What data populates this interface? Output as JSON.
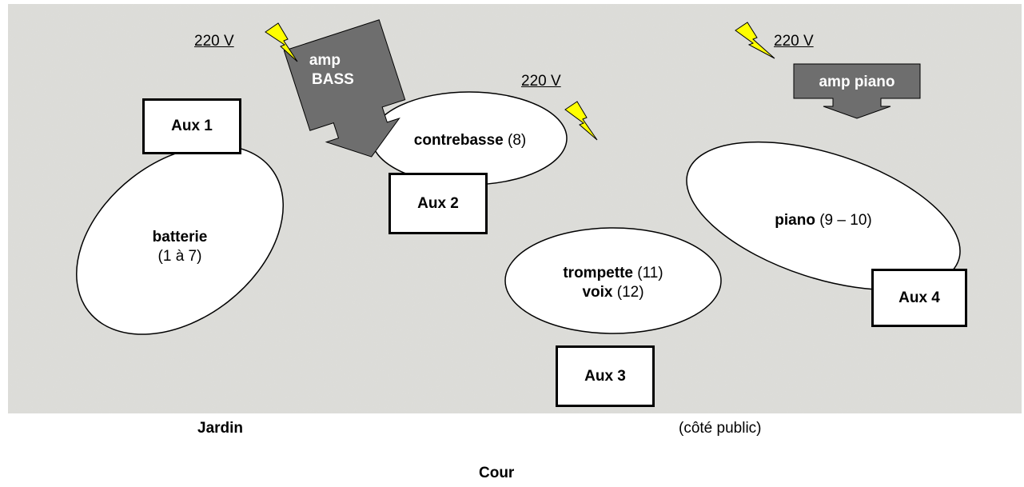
{
  "instruments": [
    {
      "name": "batterie",
      "channels": "(1 à 7)"
    },
    {
      "name": "contrebasse",
      "channels": "(8)"
    },
    {
      "name": "piano",
      "channels": "(9 – 10)"
    },
    {
      "name": "trompette",
      "channels": "(11)"
    },
    {
      "name": "voix",
      "channels": "(12)"
    }
  ],
  "aux": [
    "Aux 1",
    "Aux 2",
    "Aux 3",
    "Aux 4"
  ],
  "power": "220 V",
  "amps": {
    "bass_line1": "amp",
    "bass_line2": "BASS",
    "piano": "amp piano"
  },
  "captions": {
    "left": "Jardin",
    "right": "(côté public)",
    "bottom": "Cour"
  },
  "colors": {
    "stage": "#dcdcd8",
    "amp": "#6e6e6e",
    "bolt": "#ffff00"
  }
}
